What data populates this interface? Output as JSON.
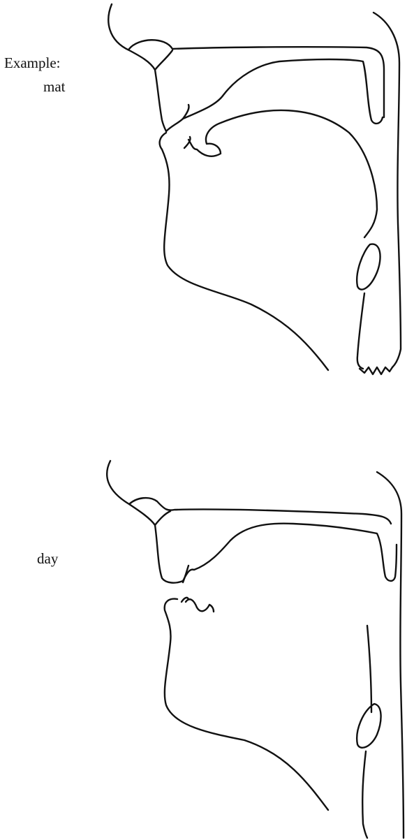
{
  "figure": {
    "diagrams": [
      {
        "id": "mat",
        "prefix": "Example:",
        "word": "mat"
      },
      {
        "id": "day",
        "word": "day"
      }
    ],
    "line_color": "#111111",
    "background_color": "#ffffff"
  }
}
